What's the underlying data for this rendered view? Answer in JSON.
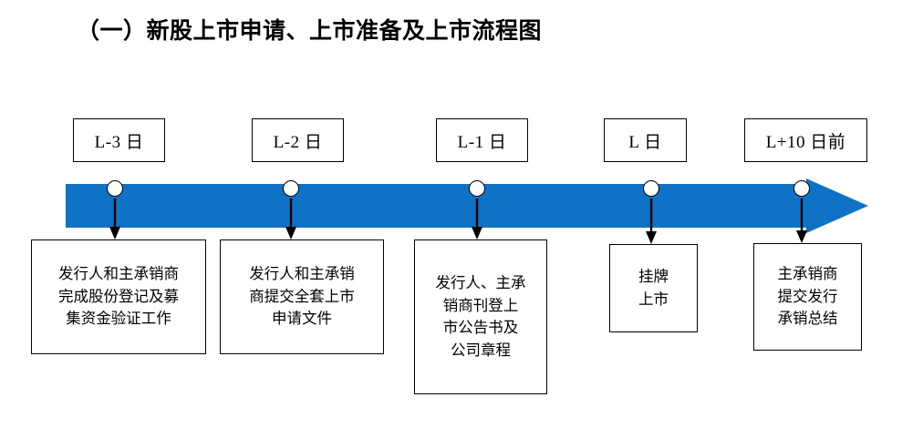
{
  "title": "（一）新股上市申请、上市准备及上市流程图",
  "colors": {
    "timeline_blue": "#0F72C4",
    "box_border": "#000000",
    "text": "#000000",
    "background": "#FFFFFF"
  },
  "timeline": {
    "arrow_direction": "right",
    "milestones": [
      {
        "id": "l-minus-3",
        "day_label": "L-3 日",
        "task_lines": [
          "发行人和主承销商",
          "完成股份登记及募",
          "集资金验证工作"
        ]
      },
      {
        "id": "l-minus-2",
        "day_label": "L-2 日",
        "task_lines": [
          "发行人和主承销",
          "商提交全套上市",
          "申请文件"
        ]
      },
      {
        "id": "l-minus-1",
        "day_label": "L-1 日",
        "task_lines": [
          "发行人、主承",
          "销商刊登上",
          "市公告书及",
          "公司章程"
        ]
      },
      {
        "id": "l-day",
        "day_label": "L 日",
        "task_lines": [
          "挂牌",
          "上市"
        ]
      },
      {
        "id": "l-plus-10",
        "day_label": "L+10 日前",
        "task_lines": [
          "主承销商",
          "提交发行",
          "承销总结"
        ]
      }
    ]
  }
}
